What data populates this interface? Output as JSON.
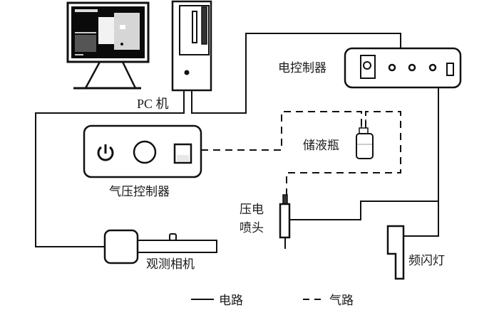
{
  "diagram": {
    "components": {
      "pc": {
        "label": "PC 机"
      },
      "electric_controller": {
        "label": "电控制器"
      },
      "pressure_controller": {
        "label": "气压控制器"
      },
      "reservoir": {
        "label": "储液瓶"
      },
      "piezo_nozzle": {
        "label_line1": "压电",
        "label_line2": "喷头"
      },
      "strobe": {
        "label": "频闪灯"
      },
      "camera": {
        "label": "观测相机"
      }
    },
    "legend": {
      "electric": {
        "symbol": "——",
        "label": "电路"
      },
      "air": {
        "symbol": "- -",
        "label": "气路"
      }
    }
  }
}
